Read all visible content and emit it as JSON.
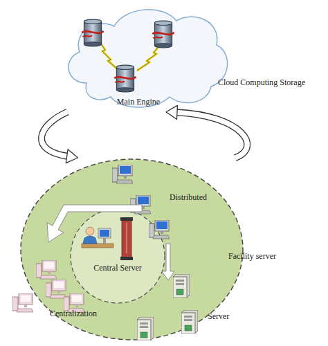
{
  "diagram": {
    "nodes": [
      {
        "text": [
          "Main Engine",
          "Cloud Computing Storage"
        ]
      },
      {
        "text": [
          "Distributed",
          "Facility server",
          "Centralization"
        ]
      },
      {
        "text": [
          "Central Server"
        ],
        "in": 1
      }
    ],
    "edges": [
      {
        "from": 0,
        "to": 1,
        "arrow": "to"
      },
      {
        "from": 1,
        "to": 0,
        "arrow": "to"
      }
    ],
    "labels": [
      "Server"
    ]
  }
}
